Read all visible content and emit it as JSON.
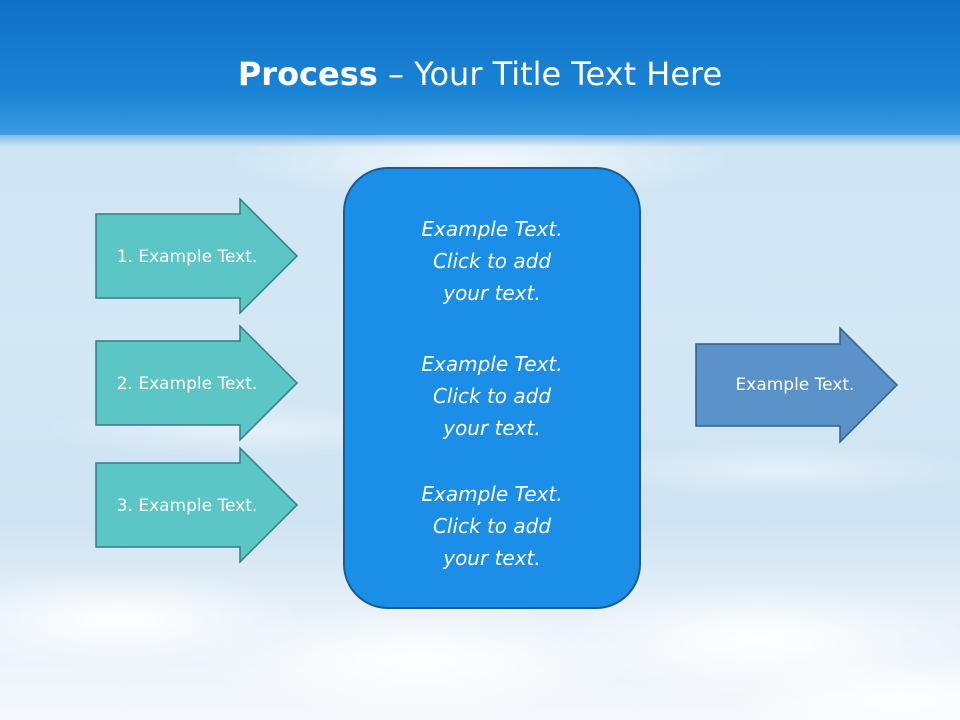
{
  "slide": {
    "title_bold": "Process",
    "title_dash": " – ",
    "title_rest": "Your Title Text Here"
  },
  "left_arrows": [
    {
      "label": "1. Example Text."
    },
    {
      "label": "2. Example Text."
    },
    {
      "label": "3. Example Text."
    }
  ],
  "center_box": {
    "paragraphs": [
      [
        "Example Text.",
        "Click  to add",
        "your text."
      ],
      [
        "Example Text.",
        "Click  to add",
        "your text."
      ],
      [
        "Example Text.",
        "Click  to add",
        "your text."
      ]
    ]
  },
  "right_arrow": {
    "label": "Example Text."
  },
  "colors": {
    "title_bar": "#1a84d6",
    "left_arrow_fill": "#5cc6c6",
    "left_arrow_stroke": "#2e7f82",
    "center_box_fill": "#1b8ee8",
    "center_box_stroke": "#1a5c95",
    "right_arrow_fill": "#5b91c9",
    "right_arrow_stroke": "#2f5f8e"
  }
}
